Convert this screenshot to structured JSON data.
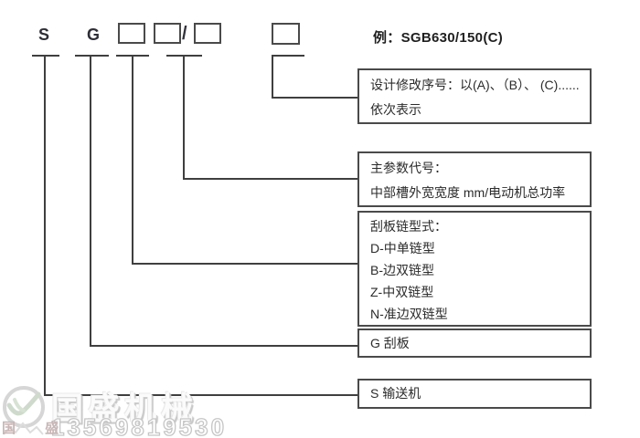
{
  "diagram": {
    "code": {
      "letter_s": "S",
      "letter_g": "G",
      "slash": "/"
    },
    "example_label": "例：SGB630/150(C)",
    "annotation_boxes": [
      {
        "id": "design-revision",
        "lines": [
          "设计修改序号：以(A)、（B）、 (C)......",
          "依次表示"
        ]
      },
      {
        "id": "main-parameter",
        "lines": [
          "主参数代号：",
          "中部槽外宽宽度 mm/电动机总功率"
        ]
      },
      {
        "id": "chain-type",
        "lines": [
          "刮板链型式：",
          "D-中单链型",
          "B-边双链型",
          "Z-中双链型",
          "N-准边双链型"
        ]
      },
      {
        "id": "g-scraper",
        "lines": [
          "G 刮板"
        ]
      },
      {
        "id": "s-conveyor",
        "lines": [
          "S 输送机"
        ]
      }
    ]
  },
  "watermark": {
    "brand_name": "国盛机械",
    "phone": "13569819530",
    "seal_text": "国 盛"
  },
  "colors": {
    "line": "#3f3f3f",
    "box_border": "#4a4a4a",
    "text": "#2b2b2b",
    "watermark_gray": "#d6d6d6"
  }
}
